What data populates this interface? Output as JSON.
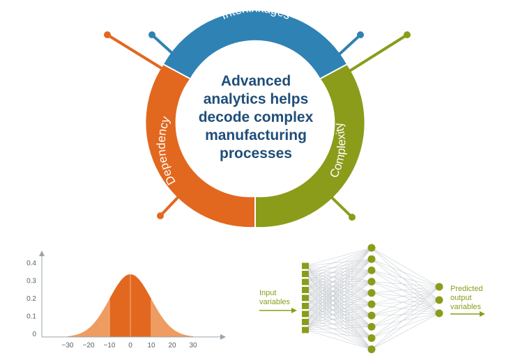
{
  "colors": {
    "blue": "#2f82b4",
    "orange": "#e2681f",
    "green": "#8b9c1b",
    "navy": "#1f4e79",
    "gray": "#9aa4ad",
    "orange_light": "#ee9c61"
  },
  "ring": {
    "top_label": "Interlinkages",
    "left_label": "Dependency",
    "right_label": "Complexity"
  },
  "center_text": [
    "Advanced",
    "analytics helps",
    "decode complex",
    "manufacturing",
    "processes"
  ],
  "distribution": {
    "y_ticks": [
      "0.4",
      "0.3",
      "0.2",
      "0.1",
      "0"
    ],
    "x_ticks": [
      "−30",
      "−20",
      "−10",
      "0",
      "10",
      "20",
      "30"
    ]
  },
  "network": {
    "input_label": [
      "Input",
      "variables"
    ],
    "output_label": [
      "Predicted",
      "output",
      "variables"
    ],
    "input_nodes": 9,
    "hidden_nodes": 10,
    "output_nodes": 3
  }
}
